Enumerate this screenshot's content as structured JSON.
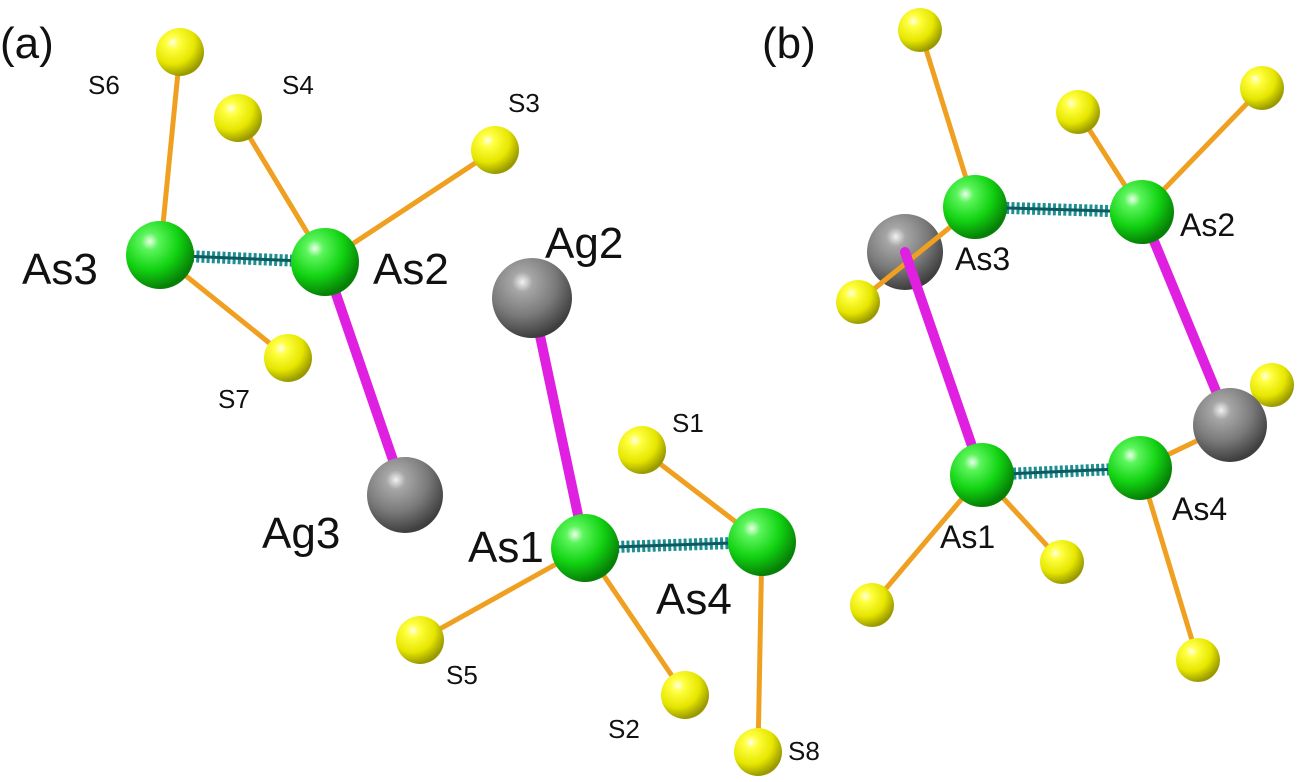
{
  "panels": {
    "a": {
      "label": "(a)"
    },
    "b": {
      "label": "(b)"
    }
  },
  "colors": {
    "arsenic": "#15d615",
    "sulfur": "#eeee00",
    "silver": "#7a7a7a",
    "as_s_bond": "#f0a020",
    "as_ag_bond": "#e020e0",
    "as_as_bond": "#1f8f94"
  },
  "labels_a": {
    "As3": "As3",
    "As2": "As2",
    "Ag2": "Ag2",
    "Ag3": "Ag3",
    "As1": "As1",
    "As4": "As4",
    "S1": "S1",
    "S2": "S2",
    "S3": "S3",
    "S4": "S4",
    "S5": "S5",
    "S6": "S6",
    "S7": "S7",
    "S8": "S8"
  },
  "labels_b": {
    "As3": "As3",
    "As2": "As2",
    "As1": "As1",
    "As4": "As4"
  }
}
